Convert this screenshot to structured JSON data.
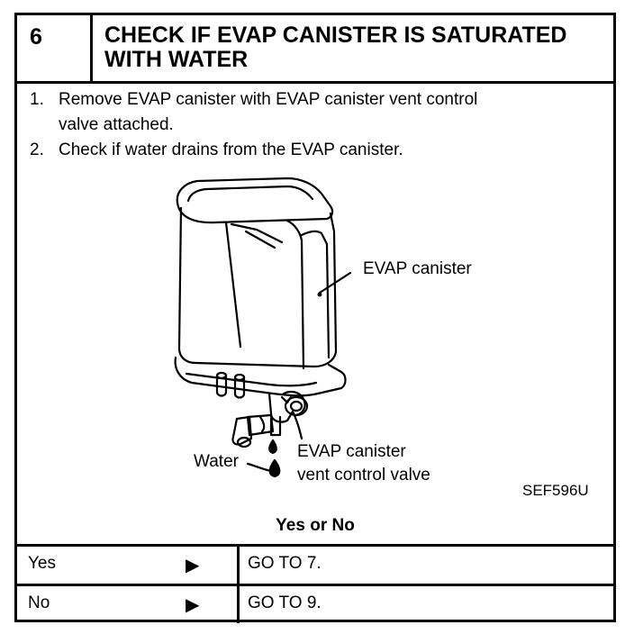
{
  "header": {
    "step_number": "6",
    "title_line1": "CHECK IF EVAP CANISTER IS SATURATED",
    "title_line2": "WITH WATER"
  },
  "instructions": [
    {
      "num": "1.",
      "line1": "Remove EVAP canister with EVAP canister vent control",
      "line2": "valve attached."
    },
    {
      "num": "2.",
      "line1": "Check if water drains from the EVAP canister."
    }
  ],
  "figure": {
    "canister_label": "EVAP canister",
    "valve_label_line1": "EVAP canister",
    "valve_label_line2": "vent control valve",
    "water_label": "Water",
    "figure_code": "SEF596U"
  },
  "question": "Yes or No",
  "results": [
    {
      "answer": "Yes",
      "arrow": "▶",
      "action": "GO TO 7."
    },
    {
      "answer": "No",
      "arrow": "▶",
      "action": "GO TO 9."
    }
  ]
}
